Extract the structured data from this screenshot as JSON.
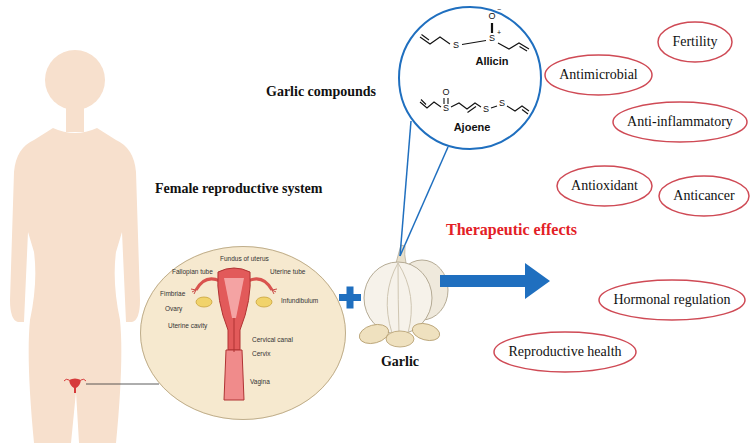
{
  "diagram": {
    "nodes": [
      {
        "text": [
          "Fallopian tube",
          "Fundus of uterus",
          "Uterine tube",
          "Fimbriae",
          "Ovary",
          "Uterine cavity",
          "Infundibulum",
          "Cervical canal",
          "Cervix",
          "Vagina"
        ]
      },
      {
        "text": [
          "O",
          "−",
          "S",
          "+",
          "S",
          "Allicin",
          "O",
          "S",
          "S",
          "S",
          "Ajoene"
        ]
      },
      {
        "text": [
          "Antimicrobial"
        ]
      },
      {
        "text": [
          "Fertility"
        ]
      },
      {
        "text": [
          "Anti-inflammatory"
        ]
      },
      {
        "text": [
          "Antioxidant"
        ]
      },
      {
        "text": [
          "Anticancer"
        ]
      },
      {
        "text": [
          "Hormonal regulation"
        ]
      },
      {
        "text": [
          "Reproductive health"
        ]
      }
    ],
    "labels": [
      "Female reproductive system",
      "Garlic compounds",
      "Garlic",
      "Therapeutic effects"
    ]
  }
}
